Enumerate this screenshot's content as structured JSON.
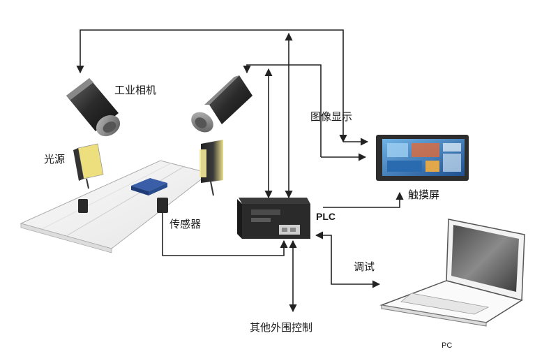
{
  "labels": {
    "industrial_camera": "工业相机",
    "light_source": "光源",
    "image_display": "图像显示",
    "touch_screen": "触摸屏",
    "sensor": "传感器",
    "plc": "PLC",
    "debug": "调试",
    "other_peripheral_control": "其他外围控制",
    "pc": "PC"
  },
  "colors": {
    "line": "#222222",
    "device_dark": "#2a2a2a",
    "light_glow": "#f0e08a",
    "conveyor": "#f4f4f4",
    "screen_blue": "#3a7fc2"
  }
}
